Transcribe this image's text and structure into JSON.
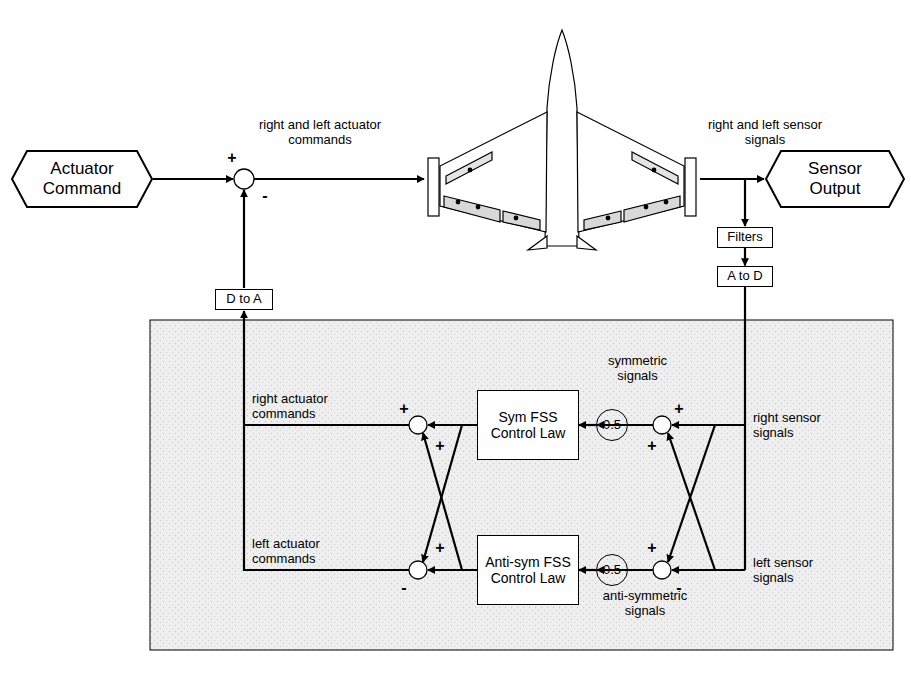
{
  "diagram": {
    "nodes": [
      {
        "text": [
          "Actuator Command"
        ]
      },
      {
        "text": [
          "Sensor Output"
        ]
      },
      {
        "text": [
          "Filters"
        ]
      },
      {
        "text": [
          "A to D"
        ]
      },
      {
        "text": [
          "D to A"
        ]
      },
      {
        "text": [
          "Sym FSS Control Law"
        ]
      },
      {
        "text": [
          "0.5"
        ]
      },
      {
        "text": [
          "Anti-sym FSS Control Law"
        ]
      },
      {
        "text": [
          "0.5"
        ]
      }
    ],
    "edges": [
      {
        "from": 2,
        "to": 3,
        "arrow": "to"
      },
      {
        "from": 6,
        "to": 5,
        "arrow": "to"
      },
      {
        "from": 8,
        "to": 7,
        "arrow": "to"
      }
    ],
    "labels": [
      "+",
      "right and left actuator commands",
      "-",
      "right and left sensor signals",
      "symmetric signals",
      "right sensor signals",
      "left sensor signals",
      "anti-symmetric signals",
      "right actuator commands",
      "left actuator commands",
      "+",
      "+",
      "+",
      "-",
      "+",
      "+",
      "+",
      "-"
    ]
  }
}
